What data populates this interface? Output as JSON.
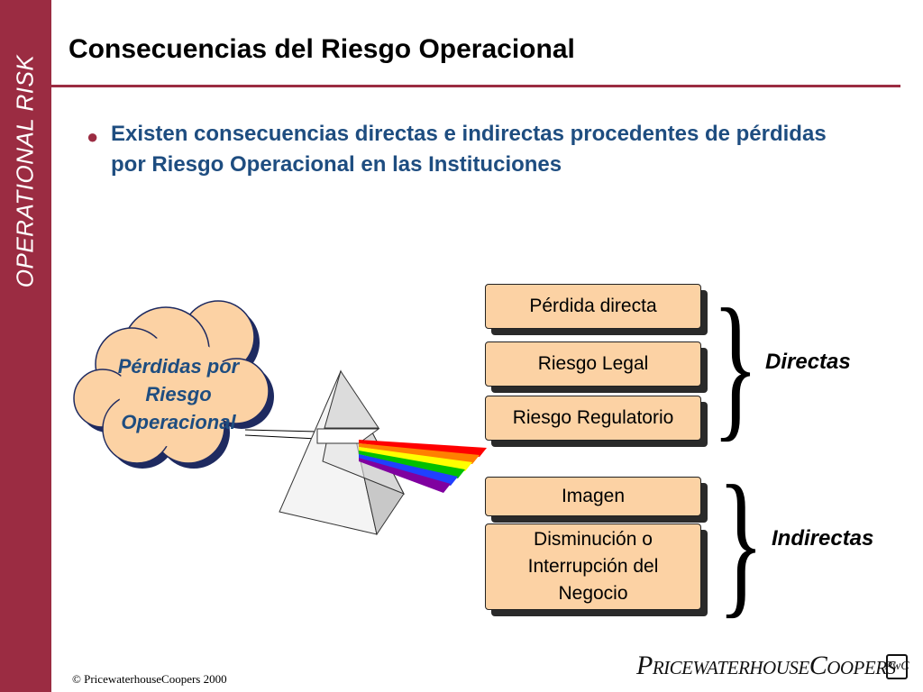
{
  "sidebar": {
    "text": "OPERATIONAL RISK"
  },
  "title": "Consecuencias del Riesgo Operacional",
  "bullet": {
    "text": "Existen consecuencias directas e indirectas procedentes de pérdidas por Riesgo Operacional en las Instituciones"
  },
  "cloud": {
    "line1": "Pérdidas por",
    "line2": "Riesgo",
    "line3": "Operacional"
  },
  "boxes": [
    {
      "label": "Pérdida directa"
    },
    {
      "label": "Riesgo Legal"
    },
    {
      "label": "Riesgo Regulatorio"
    },
    {
      "label": "Imagen"
    },
    {
      "label": "Disminución o Interrupción del Negocio"
    }
  ],
  "groups": {
    "direct": "Directas",
    "indirect": "Indirectas"
  },
  "braces": {
    "glyph": "}"
  },
  "footer": {
    "copyright": "© PricewaterhouseCoopers 2000",
    "logo": "PricewaterhouseCoopers",
    "seal": "PwC"
  },
  "colors": {
    "sidebar": "#9b2c42",
    "accent_text": "#1e4d80",
    "box_fill": "#fcd2a4",
    "cloud_fill": "#fcd2a4"
  },
  "spectrum": [
    "#ff0000",
    "#ff8000",
    "#ffff00",
    "#00c000",
    "#2040ff",
    "#8000a0"
  ]
}
